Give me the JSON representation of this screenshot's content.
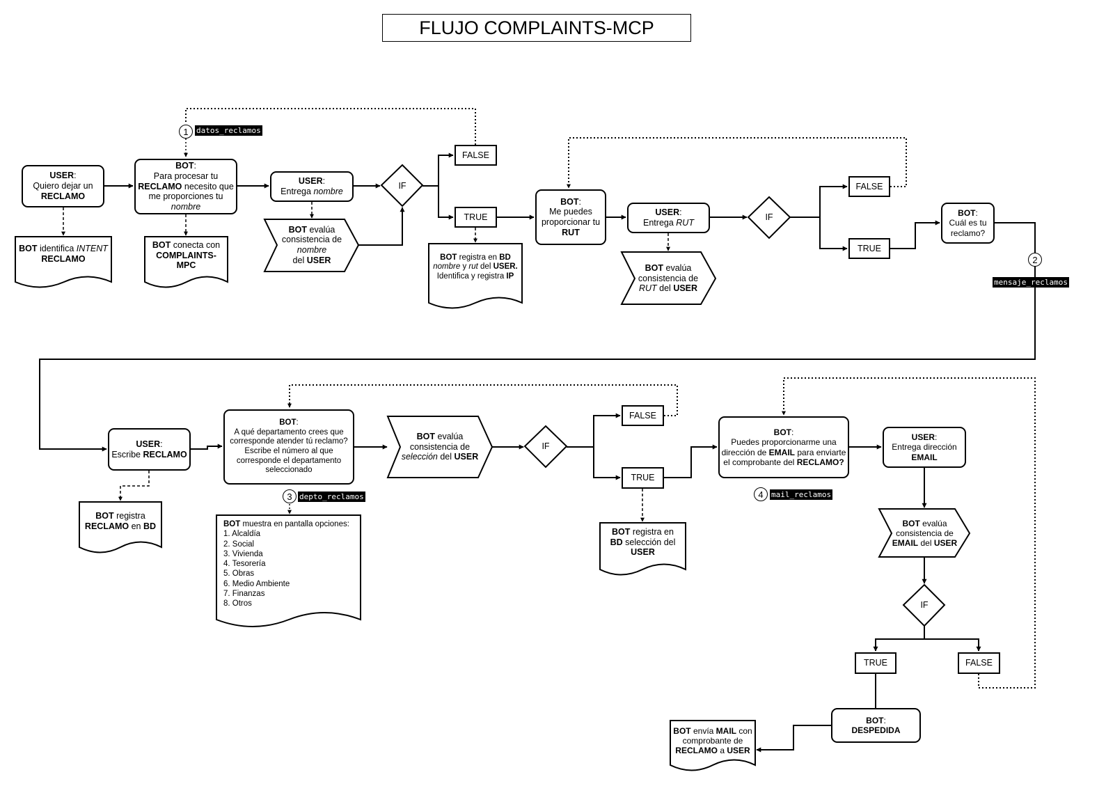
{
  "title": "FLUJO COMPLAINTS-MCP",
  "keyword_user": "USER",
  "keyword_bot": "BOT",
  "keyword_reclamo": "RECLAMO",
  "if_label": "IF",
  "true_label": "TRUE",
  "false_label": "FALSE",
  "markers": [
    {
      "number": "1",
      "label": "datos_reclamos"
    },
    {
      "number": "2",
      "label": "mensaje_reclamos"
    },
    {
      "number": "3",
      "label": "depto_reclamos"
    },
    {
      "number": "4",
      "label": "mail_reclamos"
    }
  ],
  "nodes": {
    "user_start": {
      "line1": "Quiero dejar un"
    },
    "bot_intent": {
      "line1": "identifica",
      "line1b": "INTENT"
    },
    "bot_name_prompt": {
      "line1": "Para procesar tu",
      "line2b": "necesito que",
      "line3": "me proporciones tu",
      "line4": "nombre"
    },
    "bot_connect": {
      "line1": "conecta con",
      "line2": "COMPLAINTS-",
      "line3": "MPC"
    },
    "user_name": {
      "line1": "Entrega",
      "line1b": "nombre"
    },
    "bot_eval_name": {
      "line1": "evalúa",
      "line2": "consistencia de",
      "line3": "nombre",
      "line4": "del"
    },
    "bot_register_id": {
      "line1": "registra en",
      "line1b": "BD",
      "line2a": "nombre",
      "line2b": "y",
      "line2c": "rut",
      "line2d": "del",
      "line2e": "USER.",
      "line3": "Identifica y registra",
      "line3b": "IP"
    },
    "bot_rut_prompt": {
      "line1": "Me puedes",
      "line2": "proporcionar tu",
      "line3": "RUT"
    },
    "user_rut": {
      "line1": "Entrega",
      "line1b": "RUT"
    },
    "bot_eval_rut": {
      "line1": "evalúa",
      "line2": "consistencia de",
      "line3": "RUT",
      "line3b": "del"
    },
    "bot_ask_complaint": {
      "line1": "Cuál es tu",
      "line2": "reclamo?"
    },
    "user_write_complaint": {
      "line1": "Escribe"
    },
    "bot_register_complaint": {
      "line1": "registra",
      "line2b": "en",
      "line2c": "BD"
    },
    "bot_dept_prompt": {
      "line1": "A qué departamento crees que",
      "line2": "corresponde atender tú reclamo?",
      "line3": "Escribe el número al que",
      "line4": "corresponde el departamento",
      "line5": "seleccionado"
    },
    "bot_menu": {
      "heading": "muestra en pantalla opciones:",
      "options": [
        "1. Alcaldía",
        "2. Social",
        "3. Vivienda",
        "4. Tesorería",
        "5. Obras",
        "6. Medio Ambiente",
        "7. Finanzas",
        "8. Otros"
      ]
    },
    "bot_eval_selection": {
      "line1": "evalúa",
      "line2": "consistencia de",
      "line3": "selección",
      "line3b": "del"
    },
    "bot_register_selection": {
      "line1": "registra en",
      "line2a": "BD",
      "line2b": "selección del"
    },
    "bot_email_prompt": {
      "line1": "Puedes proporcionarme una",
      "line2a": "dirección de",
      "line2b": "EMAIL",
      "line2c": "para enviarte",
      "line3": "el comprobante del",
      "line3b": "RECLAMO?"
    },
    "user_email": {
      "line1": "Entrega dirección",
      "line2": "EMAIL"
    },
    "bot_eval_email": {
      "line1": "evalúa",
      "line2": "consistencia de",
      "line3a": "EMAIL",
      "line3b": "del"
    },
    "bot_farewell": {
      "line1": "DESPEDIDA"
    },
    "bot_send_mail": {
      "line1a": "envía",
      "line1b": "MAIL",
      "line1c": "con",
      "line2": "comprobante de",
      "line3b": "a"
    }
  }
}
